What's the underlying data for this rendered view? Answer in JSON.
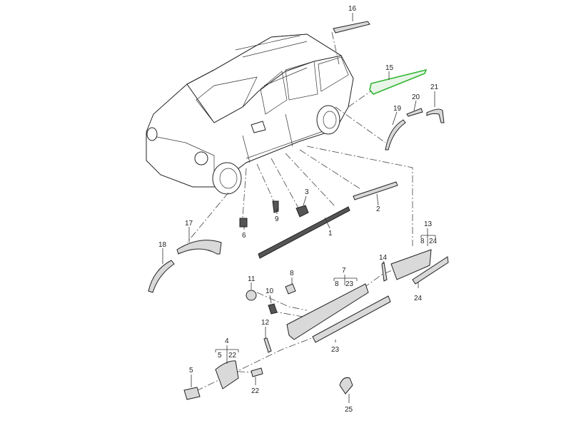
{
  "diagram": {
    "title_hidden": null,
    "highlight_color": "#2fb52f",
    "callouts": {
      "p1": "1",
      "p2": "2",
      "p3": "3",
      "p4": "4",
      "p4_sub_a": "5",
      "p4_sub_b": "22",
      "p5": "5",
      "p6": "6",
      "p7": "7",
      "p7_sub_a": "8",
      "p7_sub_b": "23",
      "p8": "8",
      "p9": "9",
      "p10": "10",
      "p11": "11",
      "p12": "12",
      "p13": "13",
      "p13_sub_a": "8",
      "p13_sub_b": "24",
      "p14": "14",
      "p15": "15",
      "p16": "16",
      "p17": "17",
      "p18": "18",
      "p19": "19",
      "p20": "20",
      "p21": "21",
      "p22": "22",
      "p23": "23",
      "p24": "24",
      "p25": "25"
    },
    "selected_part": "15"
  }
}
